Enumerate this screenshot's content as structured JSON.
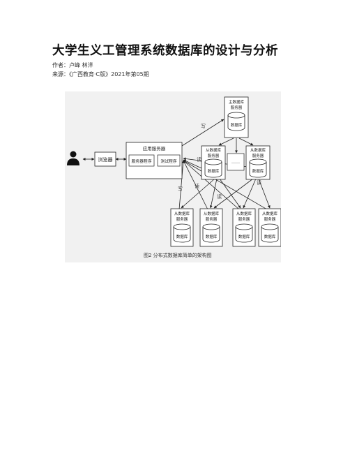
{
  "article": {
    "title": "大学生义工管理系统数据库的设计与分析",
    "author": "作者：卢峰 林洋",
    "source": "来源：《广西教育·C版》2021年第05期"
  },
  "figure": {
    "caption": "图2 分布式数据库简单的架构图",
    "browser": "浏览器",
    "app_server": "应用服务器",
    "server_program": "服务器程序",
    "test_program": "测试程序",
    "master_server_line1": "主数据库",
    "master_server_line2": "服务器",
    "slave_server_line1": "从数据库",
    "slave_server_line2": "服务器",
    "database": "数据库",
    "ellipsis": "……",
    "write": "写",
    "read": "读",
    "user_icon": "person-icon"
  }
}
